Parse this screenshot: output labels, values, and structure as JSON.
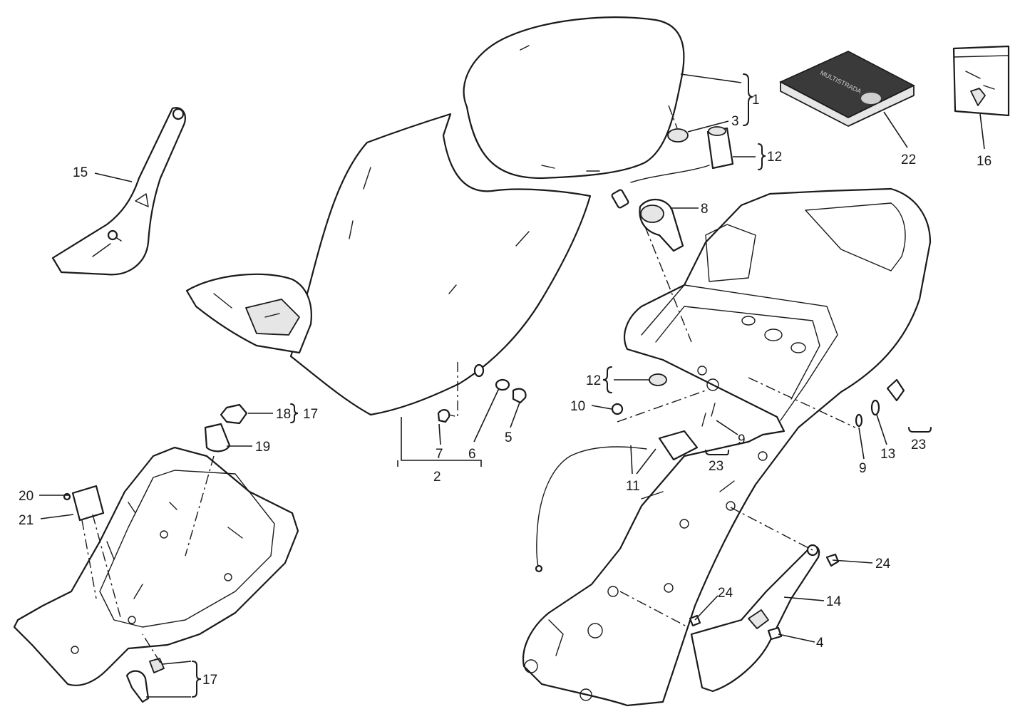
{
  "callouts": {
    "c1": "1",
    "c2": "2",
    "c3": "3",
    "c4": "4",
    "c5": "5",
    "c6": "6",
    "c7": "7",
    "c8": "8",
    "c9a": "9",
    "c9b": "9",
    "c10": "10",
    "c11": "11",
    "c12a": "12",
    "c12b": "12",
    "c13": "13",
    "c14": "14",
    "c15": "15",
    "c16": "16",
    "c17a": "17",
    "c17b": "17",
    "c18": "18",
    "c19": "19",
    "c20": "20",
    "c21": "21",
    "c22": "22",
    "c23a": "23",
    "c23b": "23",
    "c24a": "24",
    "c24b": "24"
  },
  "booklet_text": "MULTISTRADA",
  "colors": {
    "ink": "#1a1a1a",
    "paper": "#ffffff",
    "booklet": "#3a3a3a"
  }
}
